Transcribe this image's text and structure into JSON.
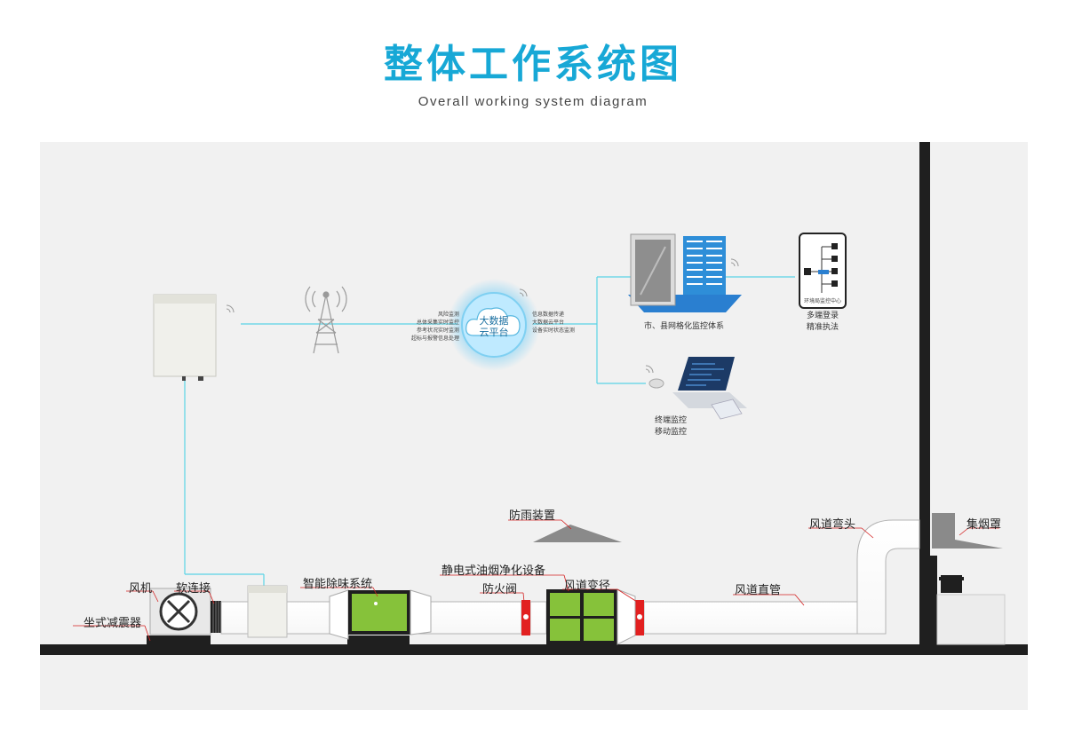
{
  "header": {
    "title": "整体工作系统图",
    "subtitle": "Overall working system diagram"
  },
  "cloud": {
    "line1": "大数据",
    "line2": "云平台",
    "left_notes": [
      "风险监测",
      "总体采集实时监控",
      "参考状况实时监测",
      "超标与报警信息处理"
    ],
    "right_notes": [
      "信息数据传递",
      "大数据云平台",
      "设备实时状态监测"
    ]
  },
  "nodes": {
    "grid_system": "市、县网格化监控体系",
    "multi_login_1": "多端登录",
    "multi_login_2": "精准执法",
    "terminal_1": "终端监控",
    "terminal_2": "移动监控",
    "center_label": "环境局监控中心"
  },
  "equipment": {
    "rain": "防雨装置",
    "esp": "静电式油烟净化设备",
    "deodor": "智能除味系统",
    "fan": "风机",
    "soft": "软连接",
    "damper_mount": "坐式减震器",
    "fire_valve": "防火阀",
    "duct_change": "风道变径",
    "duct_straight": "风道直管",
    "duct_elbow": "风道弯头",
    "hood": "集烟罩"
  },
  "colors": {
    "accent": "#17a8d6",
    "line": "#5ad4e6",
    "leader": "#d42020",
    "purifier": "#86c23a"
  }
}
